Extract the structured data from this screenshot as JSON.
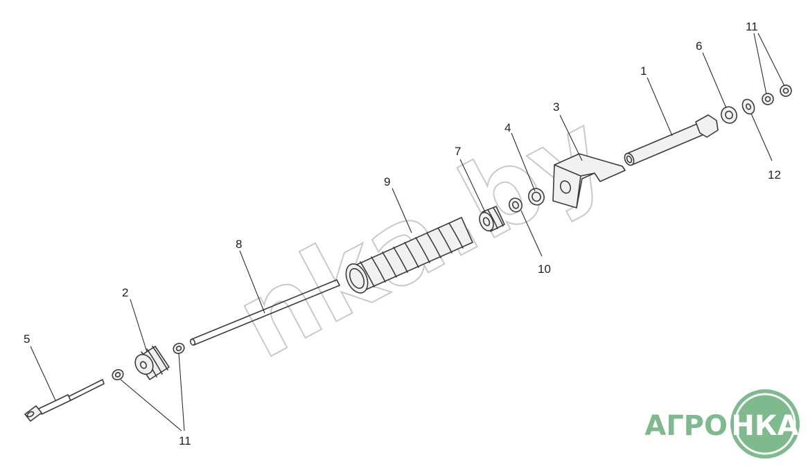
{
  "watermark": {
    "text": "nka.by"
  },
  "logo": {
    "left_text": "АГРО",
    "right_text": "НКА",
    "color": "#7fba8e"
  },
  "callouts": [
    {
      "id": "1",
      "label": "1"
    },
    {
      "id": "2",
      "label": "2"
    },
    {
      "id": "3",
      "label": "3"
    },
    {
      "id": "4",
      "label": "4"
    },
    {
      "id": "5",
      "label": "5"
    },
    {
      "id": "6",
      "label": "6"
    },
    {
      "id": "7",
      "label": "7"
    },
    {
      "id": "8",
      "label": "8"
    },
    {
      "id": "9",
      "label": "9"
    },
    {
      "id": "10",
      "label": "10"
    },
    {
      "id": "11a",
      "label": "11"
    },
    {
      "id": "11b",
      "label": "11"
    },
    {
      "id": "12",
      "label": "12"
    }
  ],
  "colors": {
    "line": "#3a3a3a",
    "watermark": "#c9c9c9",
    "logo": "#7fba8e"
  }
}
